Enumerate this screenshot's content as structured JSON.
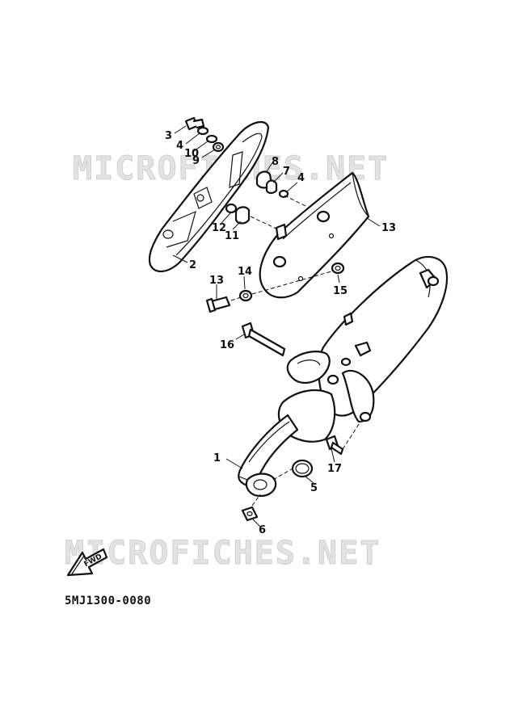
{
  "watermark": "MICROFICHES.NET",
  "diagram_code": "5MJ1300-0080",
  "fwd_badge": "FWD",
  "callouts": [
    "1",
    "2",
    "3",
    "4",
    "4",
    "5",
    "6",
    "7",
    "8",
    "9",
    "10",
    "11",
    "12",
    "13",
    "13",
    "14",
    "15",
    "16",
    "17"
  ]
}
